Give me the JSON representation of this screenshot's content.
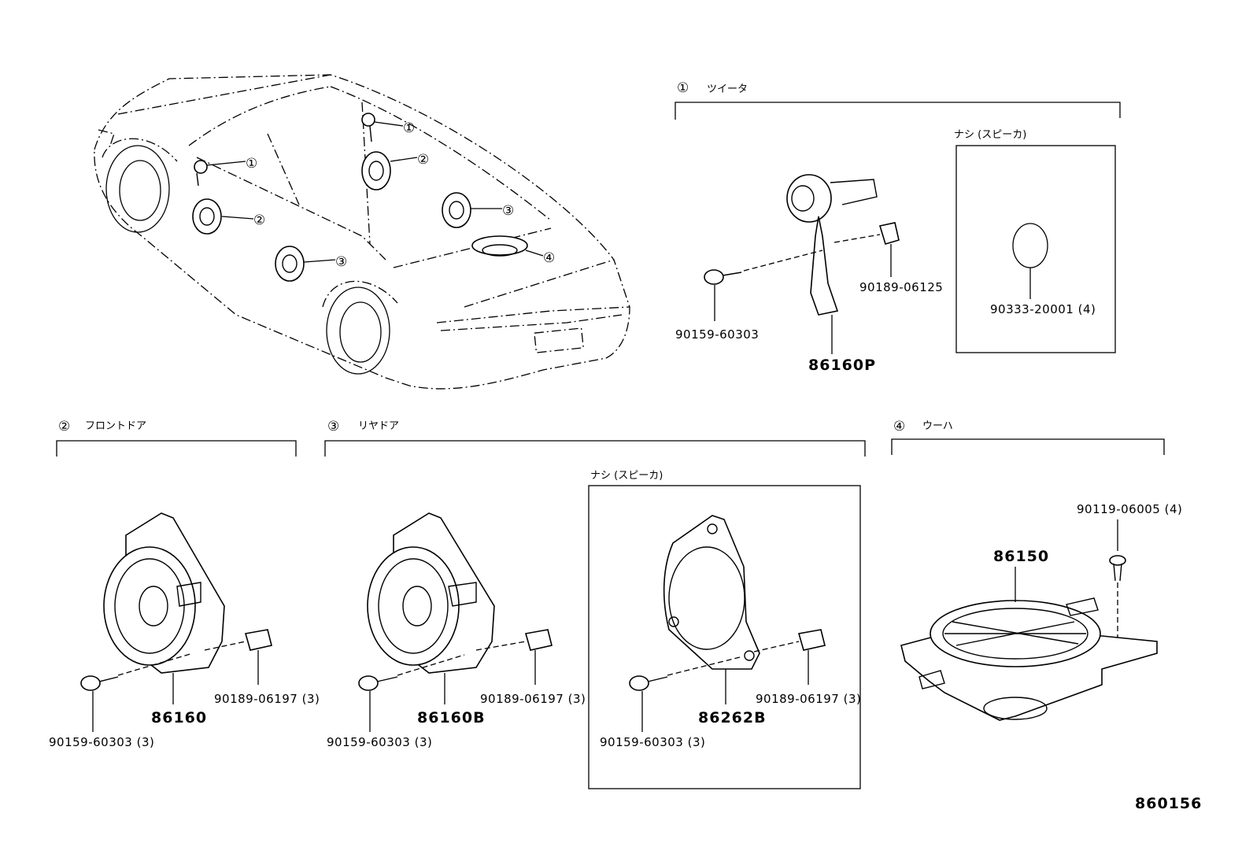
{
  "diagram_id": "860156",
  "sections": {
    "tweeter": {
      "number": "①",
      "title": "ツイータ",
      "sub_box_title": "ナシ (スピーカ)",
      "parts": {
        "screw": "90159-60303",
        "clip": "90189-06125",
        "speaker": "86160P",
        "gasket": "90333-20001 (4)"
      }
    },
    "front_door": {
      "number": "②",
      "title": "フロントドア",
      "parts": {
        "speaker": "86160",
        "clip": "90189-06197 (3)",
        "screw": "90159-60303 (3)"
      }
    },
    "rear_door": {
      "number": "③",
      "title": "リヤドア",
      "parts": {
        "speaker": "86160B",
        "clip": "90189-06197 (3)",
        "screw": "90159-60303 (3)"
      }
    },
    "rear_door_nashi": {
      "title": "ナシ (スピーカ)",
      "parts": {
        "plate": "86262B",
        "clip": "90189-06197 (3)",
        "screw": "90159-60303 (3)"
      }
    },
    "woofer": {
      "number": "④",
      "title": "ウーハ",
      "parts": {
        "speaker": "86150",
        "bolt": "90119-06005 (4)"
      }
    }
  },
  "car_callouts": [
    "①",
    "②",
    "③",
    "①",
    "②",
    "③",
    "④"
  ]
}
